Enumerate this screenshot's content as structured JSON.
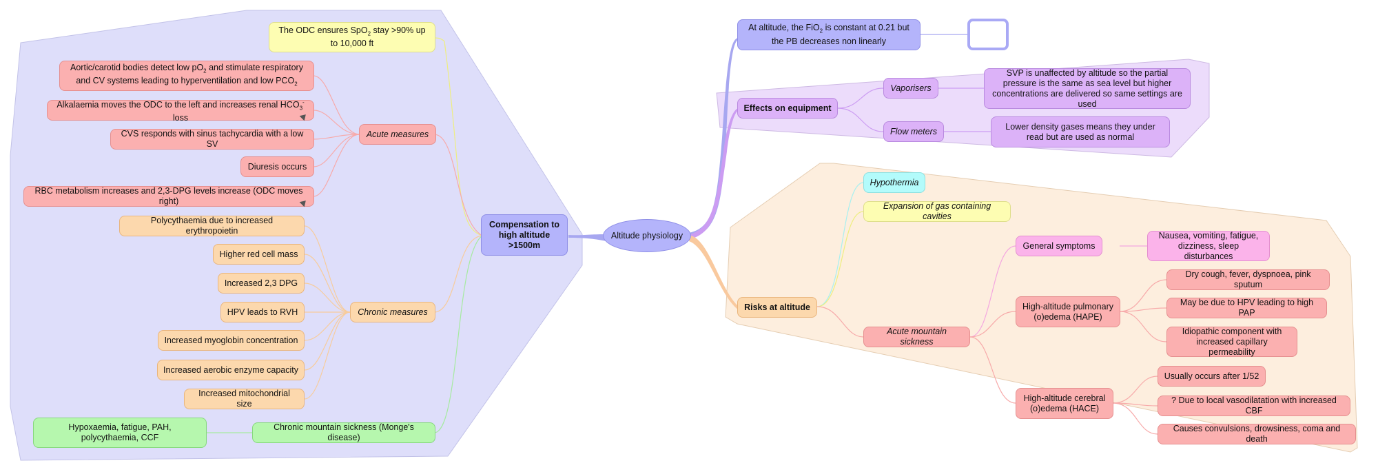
{
  "root": "Altitude physiology",
  "comp": {
    "title": "Compensation to high altitude >1500m",
    "odc_note": {
      "pre": "The ODC ensures SpO",
      "sub": "2",
      "post": " stay >90% up to 10,000 ft"
    },
    "acute": {
      "label": "Acute measures",
      "aortic": {
        "a": "Aortic/carotid bodies detect low pO",
        "a_sub": "2",
        "b": " and stimulate respiratory and CV systems leading to hyperventilation and low PCO",
        "b_sub": "2"
      },
      "alk": {
        "a": "Alkalaemia moves the ODC to the left and increases renal HCO",
        "a_sub": "3",
        "a_sup": "-",
        "b": " loss"
      },
      "cvs": "CVS responds with sinus tachycardia with a low SV",
      "diuresis": "Diuresis occurs",
      "rbc": "RBC metabolism increases and 2,3-DPG levels increase (ODC moves right)"
    },
    "chronic": {
      "label": "Chronic measures",
      "items": [
        "Polycythaemia due to increased erythropoietin",
        "Higher red cell mass",
        "Increased 2,3 DPG",
        "HPV leads to RVH",
        "Increased myoglobin concentration",
        "Increased aerobic enzyme capacity",
        "Increased mitochondrial size"
      ]
    },
    "cms": {
      "label": "Chronic mountain sickness (Monge's disease)",
      "detail": "Hypoxaemia, fatigue, PAH, polycythaemia, CCF"
    }
  },
  "fio2": {
    "a": "At altitude, the FiO",
    "a_sub": "2",
    "b": " is constant at 0.21 but the PB decreases non linearly"
  },
  "equipment": {
    "label": "Effects on equipment",
    "vap": {
      "label": "Vaporisers",
      "detail": "SVP is unaffected by altitude so the partial pressure is the same as sea level but higher concentrations are delivered so same settings are used"
    },
    "flow": {
      "label": "Flow meters",
      "detail": "Lower density gases means they under read but are used as normal"
    }
  },
  "risks": {
    "label": "Risks at altitude",
    "hypothermia": "Hypothermia",
    "gas": "Expansion of gas containing cavities",
    "ams": "Acute mountain sickness",
    "general": {
      "label": "General symptoms",
      "detail": "Nausea, vomiting, fatigue, dizziness, sleep disturbances"
    },
    "hape": {
      "label": "High-altitude pulmonary (o)edema (HAPE)",
      "items": [
        "Dry cough, fever, dyspnoea, pink sputum",
        "May be due to HPV leading to high PAP",
        "Idiopathic component with increased capillary permeability"
      ]
    },
    "hace": {
      "label": "High-altitude cerebral (o)edema (HACE)",
      "items": [
        "Usually occurs after 1/52",
        "? Due to local vasodilatation with increased CBF",
        "Causes convulsions, drowsiness, coma and death"
      ]
    }
  },
  "colors": {
    "compensation_region": "#dedefa",
    "equipment_region": "#ecdcfb",
    "risks_region": "#fdeede"
  }
}
